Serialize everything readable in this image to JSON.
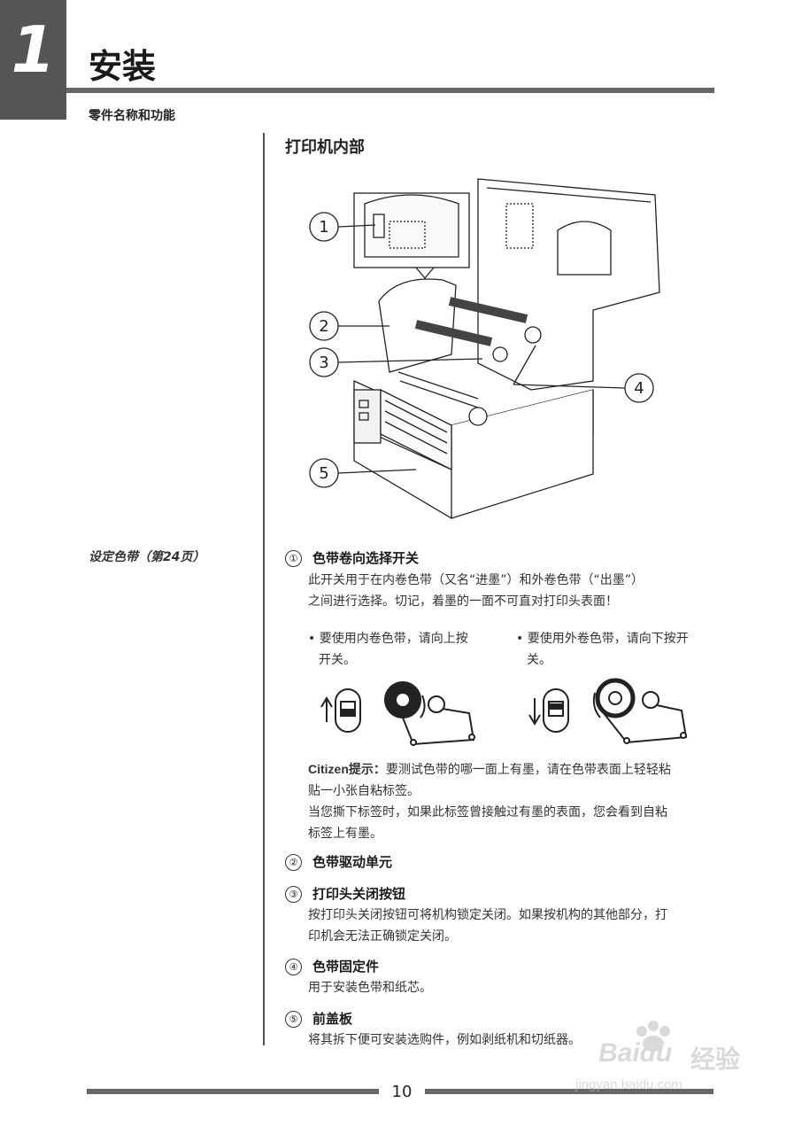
{
  "header": {
    "chapter_number": "1",
    "chapter_title": "安装",
    "section_title": "零件名称和功能"
  },
  "subheading": "打印机内部",
  "callouts": [
    "1",
    "2",
    "3",
    "4",
    "5"
  ],
  "side_ref": "设定色带（第24页）",
  "items": [
    {
      "number": "①",
      "title": "色带卷向选择开关",
      "text_line1": "此开关用于在内卷色带（又名“进墨”）和外卷色带（“出墨”）",
      "text_line2": "之间进行选择。切记，着墨的一面不可直对打印头表面！"
    },
    {
      "number": "②",
      "title": "色带驱动单元"
    },
    {
      "number": "③",
      "title": "打印头关闭按钮",
      "text_line1": "按打印头关闭按钮可将机构锁定关闭。如果按机构的其他部分，打",
      "text_line2": "印机会无法正确锁定关闭。"
    },
    {
      "number": "④",
      "title": "色带固定件",
      "text_line1": "用于安装色带和纸芯。"
    },
    {
      "number": "⑤",
      "title": "前盖板",
      "text_line1": "将其拆下便可安装选购件，例如剥纸机和切纸器。"
    }
  ],
  "bullets": {
    "left_line1": "• 要使用内卷色带，请向上按",
    "left_line2": "开关。",
    "right_line1": "• 要使用外卷色带，请向下按开",
    "right_line2": "关。"
  },
  "tip": {
    "label": "Citizen提示：",
    "line1": "要测试色带的哪一面上有墨，请在色带表面上轻轻粘",
    "line2": "贴一小张自粘标签。",
    "line3": "当您撕下标签时，如果此标签曾接触过有墨的表面，您会看到自粘",
    "line4": "标签上有墨。"
  },
  "footer": {
    "page_number": "10"
  },
  "watermark": {
    "brand": "Baidu",
    "cn": "经验",
    "url": "jingyan.baidu.com"
  }
}
